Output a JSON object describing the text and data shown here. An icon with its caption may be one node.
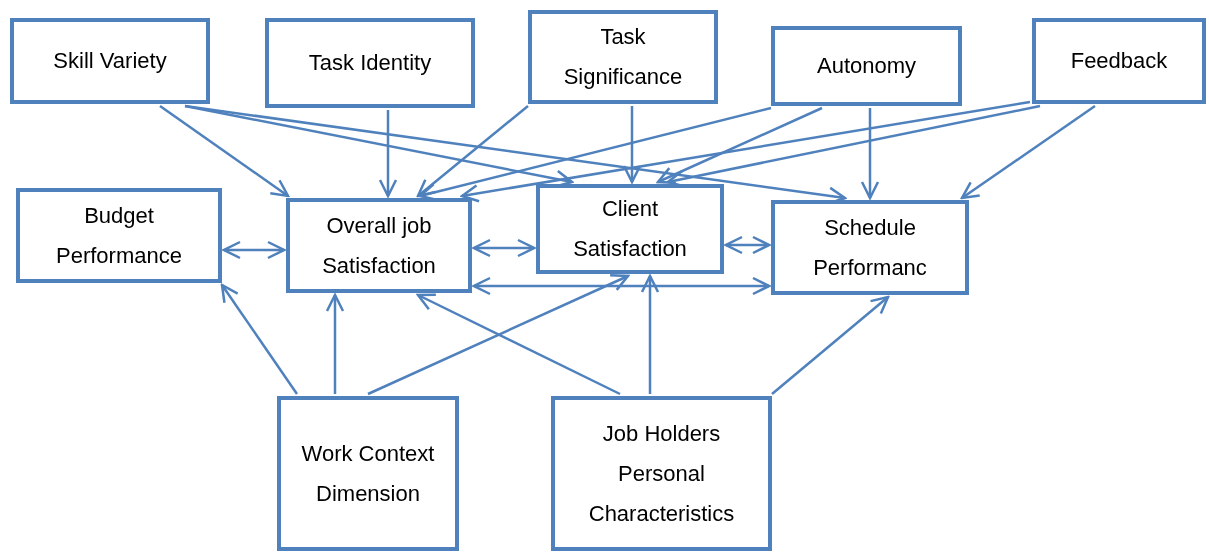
{
  "diagram": {
    "nodes": [
      {
        "text": [
          "Skill Variety"
        ]
      },
      {
        "text": [
          "Task Identity"
        ]
      },
      {
        "text": [
          "Task Significance"
        ]
      },
      {
        "text": [
          "Autonomy"
        ]
      },
      {
        "text": [
          "Feedback"
        ]
      },
      {
        "text": [
          "Budget Performance"
        ]
      },
      {
        "text": [
          "Overall job Satisfaction"
        ]
      },
      {
        "text": [
          "Client Satisfaction"
        ]
      },
      {
        "text": [
          "Schedule Performanc"
        ]
      },
      {
        "text": [
          "Work Context Dimension"
        ]
      },
      {
        "text": [
          "Job Holders Personal Characteristics"
        ]
      }
    ],
    "edges": [
      {
        "from": 0,
        "to": 6,
        "arrow": "to"
      },
      {
        "from": 0,
        "to": 7,
        "arrow": "to"
      },
      {
        "from": 0,
        "to": 8,
        "arrow": "to"
      },
      {
        "from": 1,
        "to": 6,
        "arrow": "to"
      },
      {
        "from": 2,
        "to": 6,
        "arrow": "to"
      },
      {
        "from": 2,
        "to": 7,
        "arrow": "to"
      },
      {
        "from": 3,
        "to": 6,
        "arrow": "to"
      },
      {
        "from": 3,
        "to": 7,
        "arrow": "to"
      },
      {
        "from": 3,
        "to": 8,
        "arrow": "to"
      },
      {
        "from": 4,
        "to": 6,
        "arrow": "to"
      },
      {
        "from": 4,
        "to": 7,
        "arrow": "to"
      },
      {
        "from": 4,
        "to": 8,
        "arrow": "to"
      },
      {
        "from": 5,
        "to": 6,
        "arrow": "both"
      },
      {
        "from": 6,
        "to": 7,
        "arrow": "both"
      },
      {
        "from": 7,
        "to": 8,
        "arrow": "both"
      },
      {
        "from": 6,
        "to": 8,
        "arrow": "both"
      },
      {
        "from": 9,
        "to": 5,
        "arrow": "to"
      },
      {
        "from": 9,
        "to": 6,
        "arrow": "to"
      },
      {
        "from": 9,
        "to": 7,
        "arrow": "to"
      },
      {
        "from": 10,
        "to": 6,
        "arrow": "to"
      },
      {
        "from": 10,
        "to": 7,
        "arrow": "to"
      },
      {
        "from": 10,
        "to": 8,
        "arrow": "to"
      }
    ]
  }
}
